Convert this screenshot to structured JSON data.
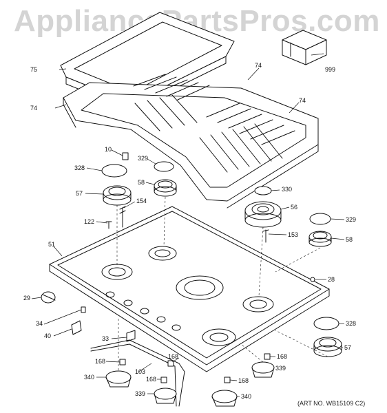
{
  "watermark": "AppliancePartsPros.com",
  "art_number": "(ART NO. WB15109 C2)",
  "callouts": {
    "c999": "999",
    "c75": "75",
    "c74a": "74",
    "c74b": "74",
    "c74c": "74",
    "c10": "10",
    "c329a": "329",
    "c328a": "328",
    "c58a": "58",
    "c330": "330",
    "c57a": "57",
    "c154": "154",
    "c56": "56",
    "c329b": "329",
    "c122": "122",
    "c153": "153",
    "c58b": "58",
    "c51": "51",
    "c28": "28",
    "c29": "29",
    "c34": "34",
    "c328b": "328",
    "c40": "40",
    "c33": "33",
    "c57b": "57",
    "c168a": "168",
    "c168b": "168",
    "c168c": "168",
    "c103": "103",
    "c339a": "339",
    "c340a": "340",
    "c168d": "168",
    "c168e": "168",
    "c339b": "339",
    "c340b": "340"
  },
  "colors": {
    "line": "#111111",
    "watermark": "#d4d4d4",
    "background": "#ffffff"
  }
}
